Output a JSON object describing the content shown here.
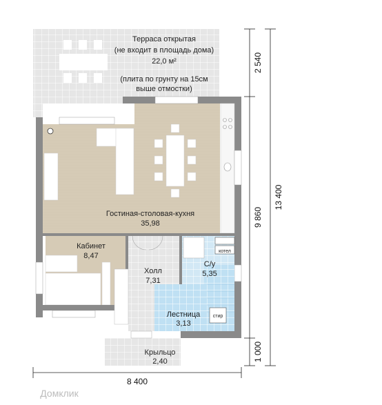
{
  "rooms": {
    "terrace": {
      "line1": "Терраса открытая",
      "line2": "(не входит в площадь дома)",
      "area": "22,0 м²",
      "note1": "(плита по грунту на 15см",
      "note2": "выше отмостки)"
    },
    "living": {
      "name": "Гостиная-столовая-кухня",
      "area": "35,98"
    },
    "office": {
      "name": "Кабинет",
      "area": "8,47"
    },
    "hall": {
      "name": "Холл",
      "area": "7,31"
    },
    "bathroom": {
      "name": "С/у",
      "area": "5,35"
    },
    "stairs": {
      "name": "Лестница",
      "area": "3,13"
    },
    "porch": {
      "name": "Крыльцо",
      "area": "2,40"
    }
  },
  "labels": {
    "boiler": "котел",
    "washer": "стир"
  },
  "dimensions": {
    "width": "8 400",
    "height_total": "13 400",
    "height_house": "9 860",
    "height_terrace": "2 540",
    "height_porch": "1 000"
  },
  "watermark": "Домклик",
  "colors": {
    "wall": "#8a8a8a",
    "living_floor": "#d6cbb6",
    "tile": "#e4e4e4",
    "bathroom_tile": "#d2e8f5",
    "stairs_tile": "#bfe0f3"
  }
}
